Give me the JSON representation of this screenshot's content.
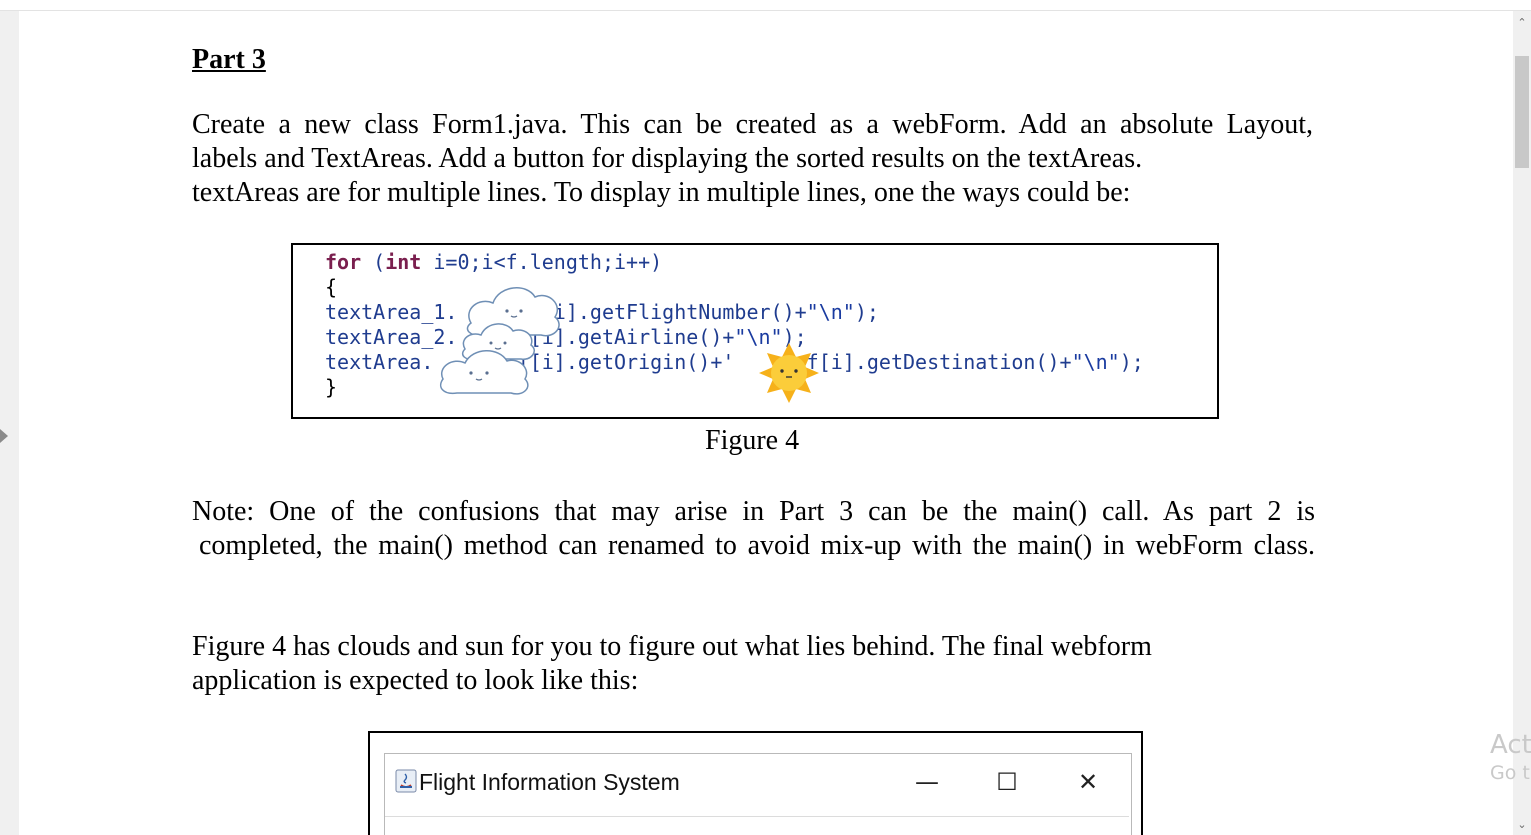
{
  "document": {
    "heading": "Part 3",
    "para1": {
      "line1": "Create a new class Form1.java. This can be created as a webForm. Add an absolute Layout,",
      "line2": "labels and TextAreas. Add a button for displaying the sorted results on the textAreas.",
      "line3": "textAreas are for multiple lines. To display in multiple lines, one the ways could be:"
    },
    "code": {
      "l1_kw1": "for",
      "l1_paren": " (",
      "l1_kw2": "int",
      "l1_rest": " i=0;i<f.length;i++)",
      "l2": "{",
      "l3a": "textArea_1.",
      "l3b": "f[i].getFlightNumber()+",
      "l3_str": "\"\\n\"",
      "l3c": ");",
      "l4a": "textArea_2.",
      "l4b": "(f[i].getAirline()+",
      "l4_str": "\"\\n\"",
      "l4c": ");",
      "l5a": "textArea.",
      "l5b": "(f[i].getOrigin()+'",
      "l5c": "\"+f[i].getDestination()+",
      "l5_str": "\"\\n\"",
      "l5d": ");",
      "l6": "}"
    },
    "caption": "Figure 4",
    "para2": {
      "line1": "Note: One of the confusions that may arise in Part 3 can be the main() call. As part 2 is",
      "line2": "completed, the main() method can renamed to avoid mix-up with the main() in webForm class."
    },
    "para3": {
      "line1": "Figure 4 has clouds and sun for you to figure out what lies behind. The final webform",
      "line2": "application is expected to look like this:"
    }
  },
  "app_window": {
    "title": "Flight Information System",
    "minimize_glyph": "—",
    "maximize_glyph": "☐",
    "close_glyph": "✕"
  },
  "scrollbar": {
    "up_glyph": "⌃",
    "down_glyph": "⌄"
  },
  "watermark": {
    "line1": "Act",
    "line2": "Go t"
  },
  "colors": {
    "code_text": "#1f3c8f",
    "code_keyword": "#7a1f4e",
    "sun": "#f6b11a",
    "cloud_outline": "#6f8fb5"
  }
}
